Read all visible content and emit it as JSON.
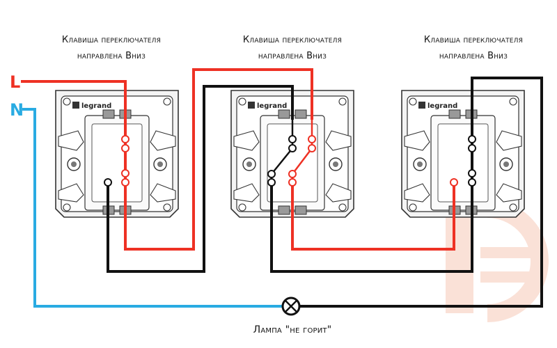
{
  "captions": {
    "left": [
      "Клавиша переключателя",
      "направлена Вниз"
    ],
    "middle": [
      "Клавиша переключателя",
      "направлена Вниз"
    ],
    "right": [
      "Клавиша переключателя",
      "направлена Вниз"
    ]
  },
  "labels": {
    "line": "L",
    "neutral": "N"
  },
  "lamp_caption": "Лампа \"не горит\"",
  "brand": "legrand",
  "colors": {
    "phase": "#ee3124",
    "neutral": "#29abe2",
    "wire": "#111111",
    "watermark": "#f7c9b8",
    "device_stroke": "#333333"
  },
  "icons": [
    "legrand-logo-icon",
    "lamp-icon",
    "watermark-logo-icon"
  ]
}
